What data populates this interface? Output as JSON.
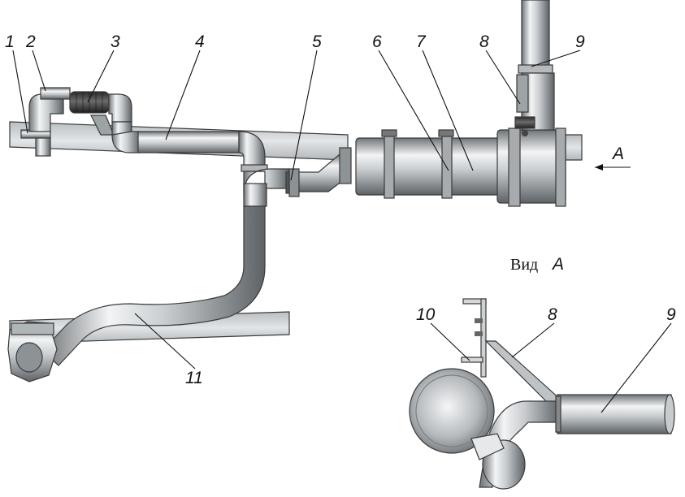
{
  "callouts": {
    "c1": "1",
    "c2": "2",
    "c3": "3",
    "c4": "4",
    "c5": "5",
    "c6": "6",
    "c7": "7",
    "c8": "8",
    "c9": "9",
    "c10": "10",
    "c11": "11",
    "c8b": "8",
    "c9b": "9"
  },
  "view": {
    "arrow_letter": "A",
    "caption_word": "Вид",
    "caption_letter": "А"
  },
  "colors": {
    "frame_rail": "#cfd3d6",
    "pipe_dark": "#6f7478",
    "pipe_light": "#f2f4f5",
    "outline": "#3a3a3a"
  }
}
